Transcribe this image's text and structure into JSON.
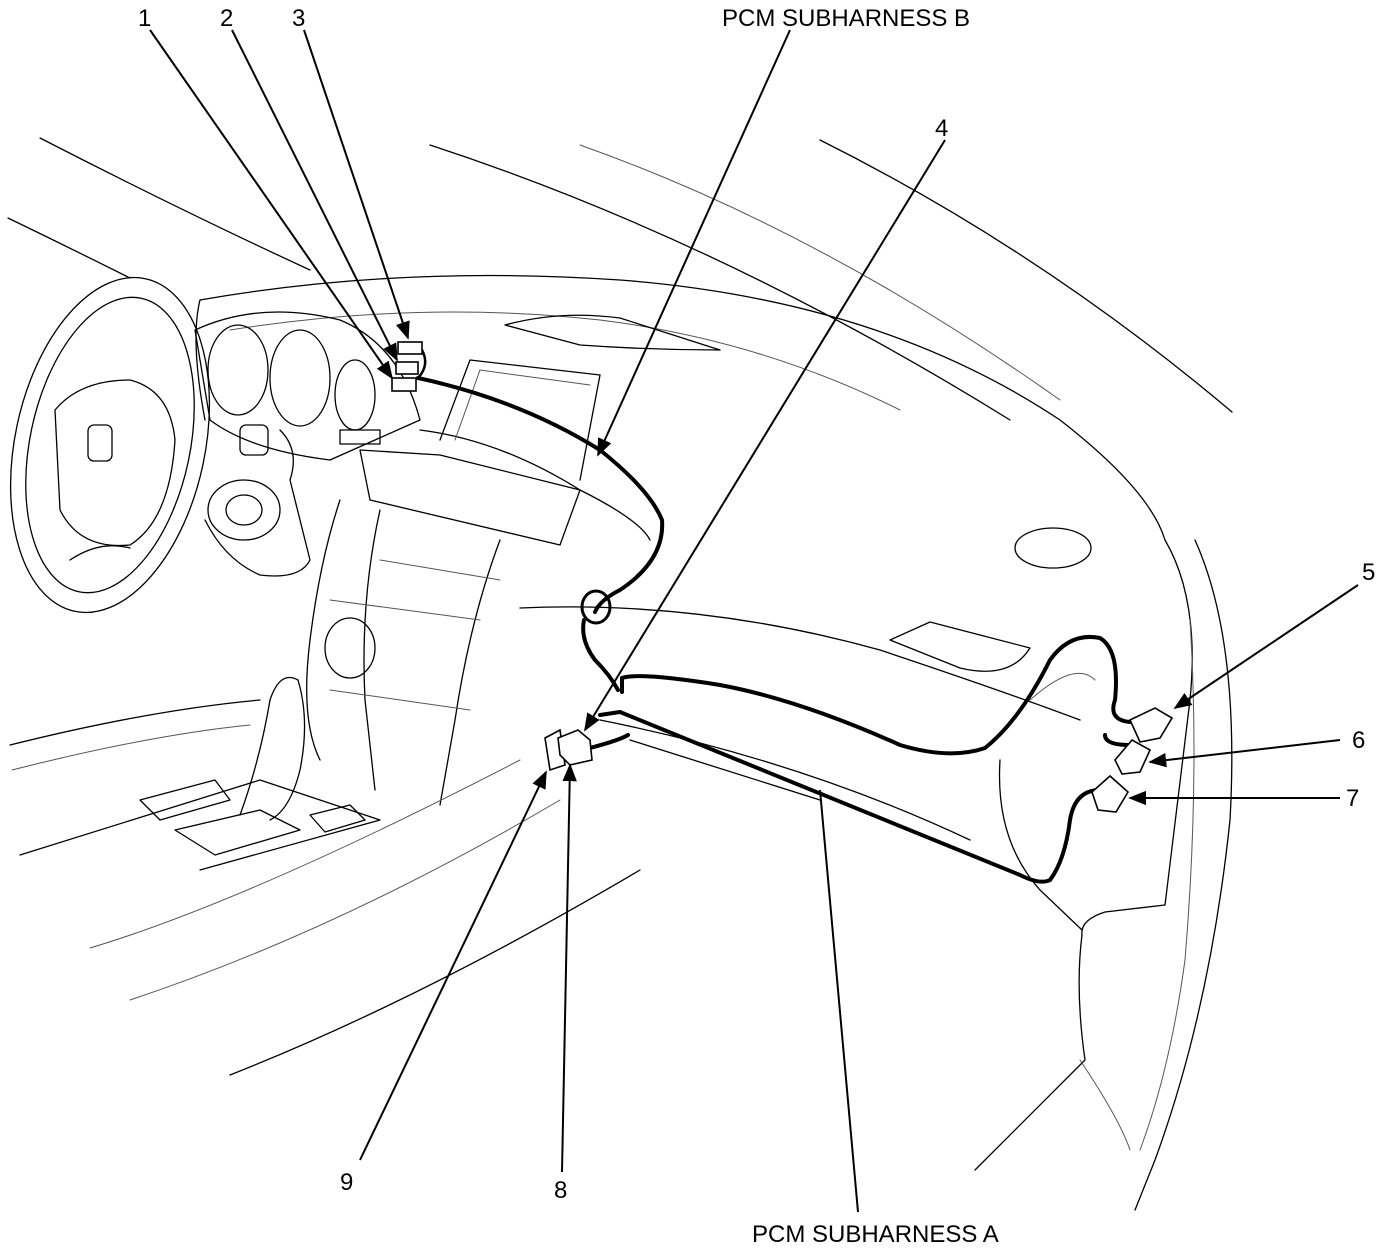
{
  "diagram": {
    "labels": {
      "n1": "1",
      "n2": "2",
      "n3": "3",
      "n4": "4",
      "n5": "5",
      "n6": "6",
      "n7": "7",
      "n8": "8",
      "n9": "9",
      "subharness_b": "PCM SUBHARNESS B",
      "subharness_a": "PCM SUBHARNESS A"
    }
  }
}
